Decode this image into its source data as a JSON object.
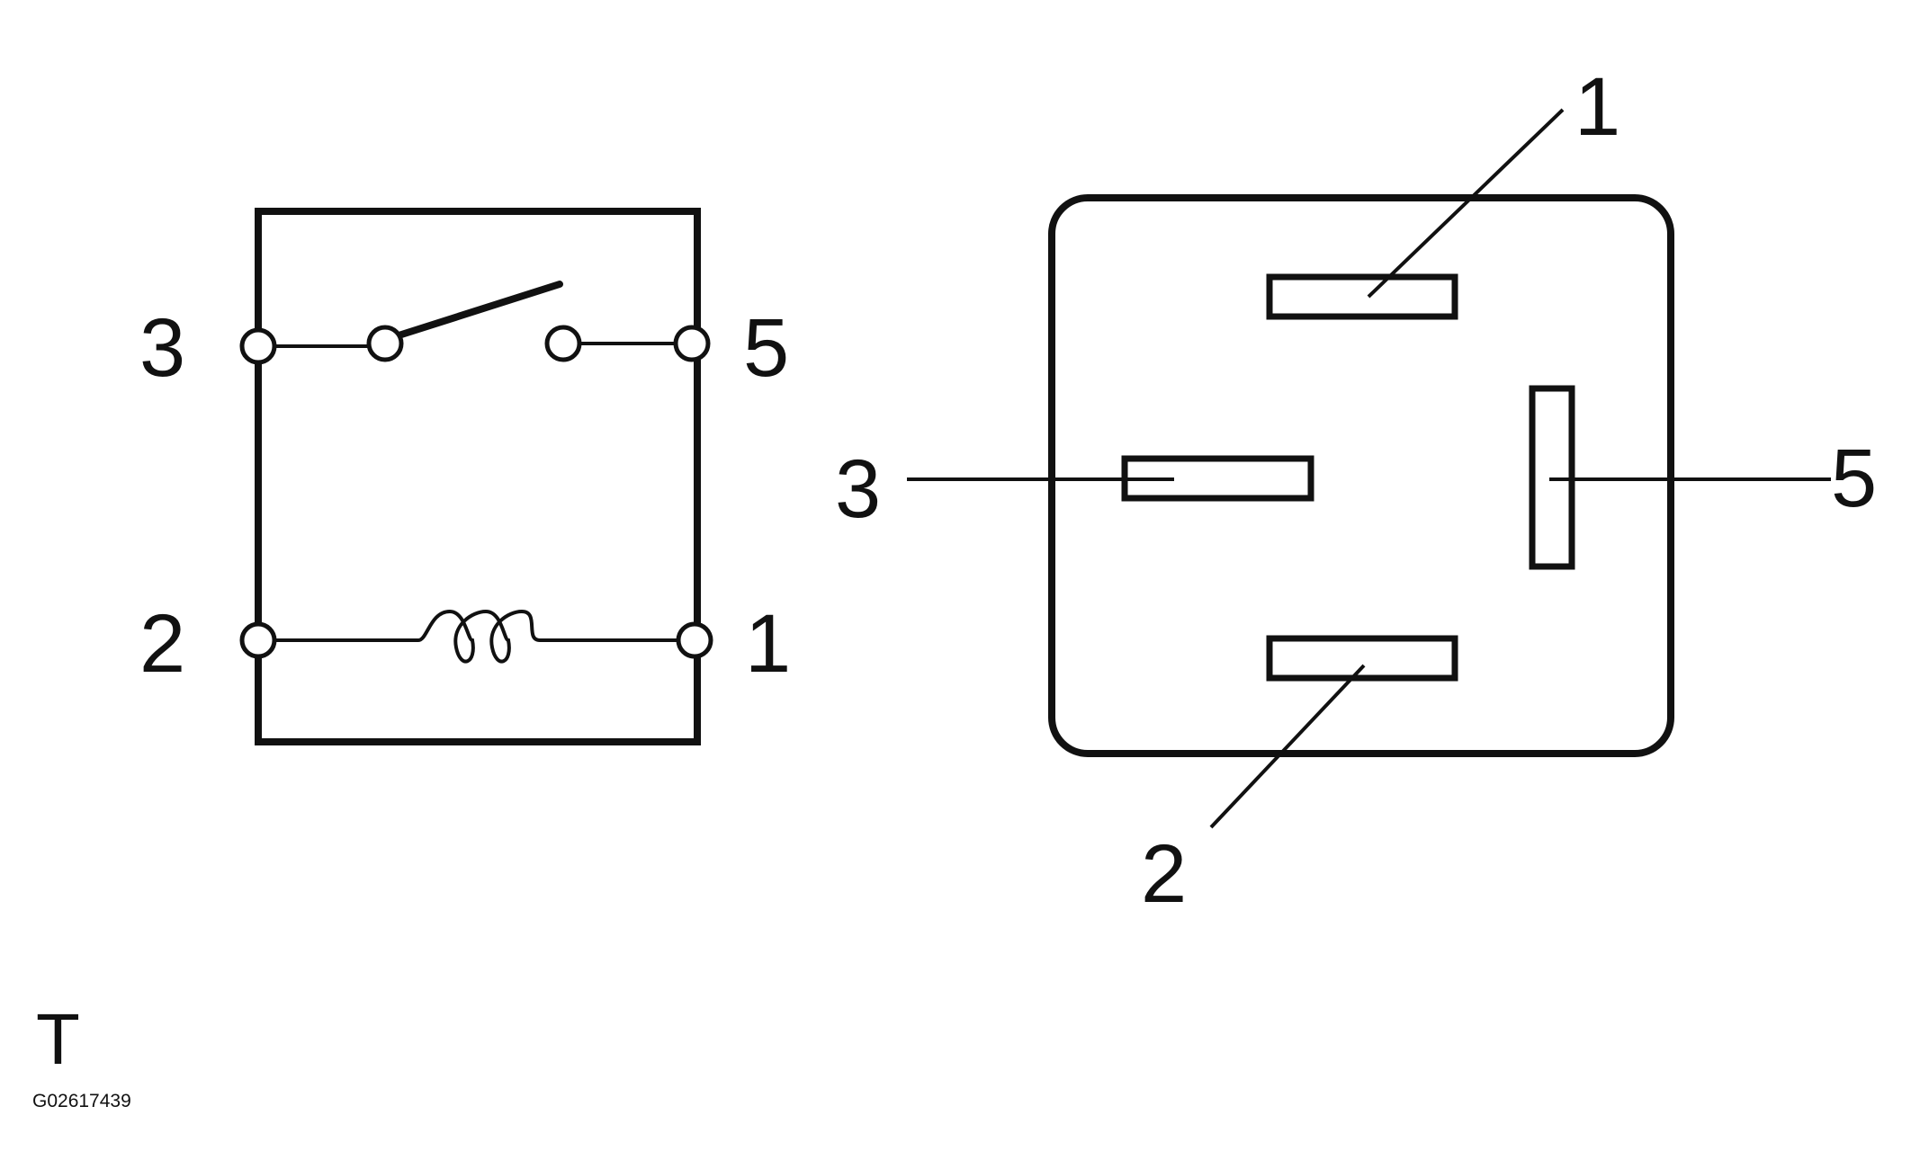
{
  "schematic": {
    "terminals": {
      "t3": "3",
      "t5": "5",
      "t2": "2",
      "t1": "1"
    },
    "switch": "normally-open",
    "coil": "coil"
  },
  "connector": {
    "pins": {
      "p1": "1",
      "p2": "2",
      "p3": "3",
      "p5": "5"
    }
  },
  "footer": {
    "view_letter": "T",
    "figure_id": "G02617439"
  }
}
